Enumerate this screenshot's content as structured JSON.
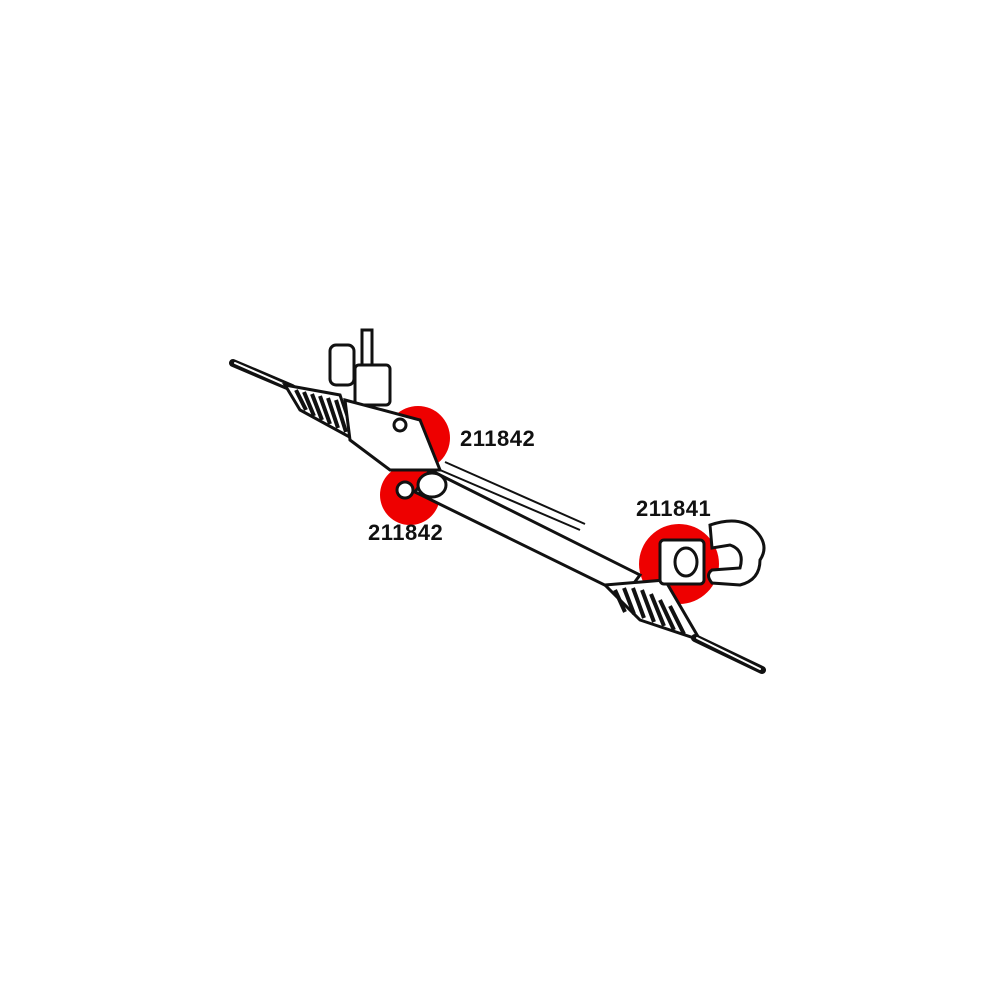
{
  "diagram": {
    "subject": "steering rack assembly",
    "highlight_color": "#ee0000",
    "line_color": "#111111",
    "callouts": [
      {
        "part_number": "211842",
        "location": "upper rack mount near valve body"
      },
      {
        "part_number": "211842",
        "location": "lower rack mount near valve body"
      },
      {
        "part_number": "211841",
        "location": "passenger side rack bushing with clamp"
      }
    ]
  }
}
